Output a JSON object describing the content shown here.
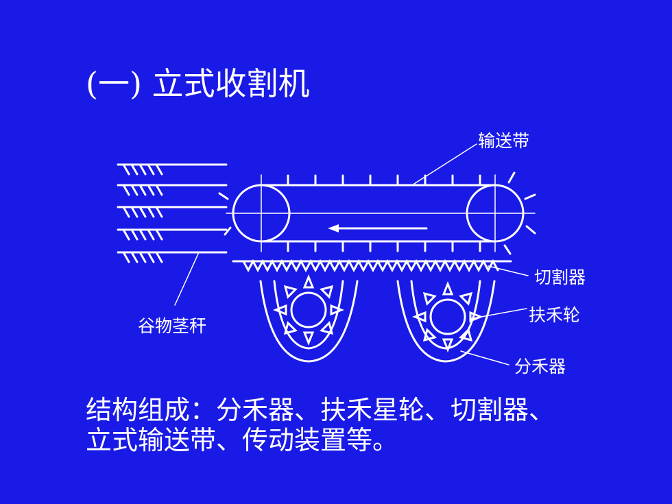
{
  "slide": {
    "title": "(一) 立式收割机",
    "labels": {
      "belt": "输送带",
      "cutter": "切割器",
      "star_wheel": "扶禾轮",
      "divider": "分禾器",
      "stalks": "谷物茎秆"
    },
    "description_line1": "结构组成：分禾器、扶禾星轮、切割器、",
    "description_line2": "立式输送带、传动装置等。"
  },
  "colors": {
    "background": "#1a1ae6",
    "foreground": "#ffffff"
  }
}
